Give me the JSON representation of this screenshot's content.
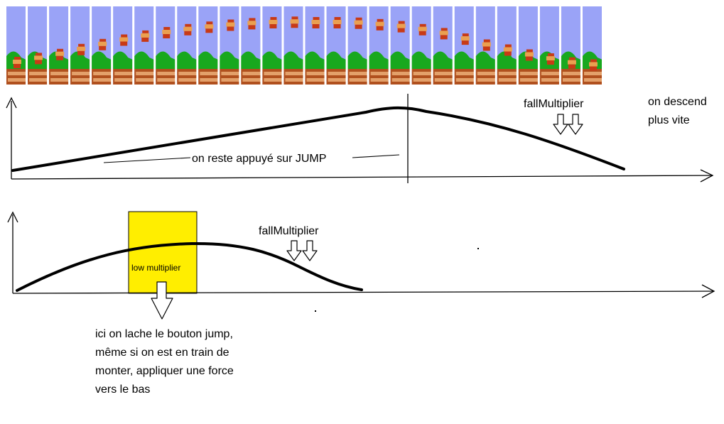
{
  "strip": {
    "frames": [
      {
        "mario": 0.1
      },
      {
        "mario": 0.18
      },
      {
        "mario": 0.26
      },
      {
        "mario": 0.36
      },
      {
        "mario": 0.46
      },
      {
        "mario": 0.55
      },
      {
        "mario": 0.63
      },
      {
        "mario": 0.7
      },
      {
        "mario": 0.76
      },
      {
        "mario": 0.81
      },
      {
        "mario": 0.85
      },
      {
        "mario": 0.88
      },
      {
        "mario": 0.9
      },
      {
        "mario": 0.91
      },
      {
        "mario": 0.9
      },
      {
        "mario": 0.9
      },
      {
        "mario": 0.89
      },
      {
        "mario": 0.86
      },
      {
        "mario": 0.82
      },
      {
        "mario": 0.76
      },
      {
        "mario": 0.68
      },
      {
        "mario": 0.57
      },
      {
        "mario": 0.45
      },
      {
        "mario": 0.35
      },
      {
        "mario": 0.25
      },
      {
        "mario": 0.17
      },
      {
        "mario": 0.09
      },
      {
        "mario": 0.05
      }
    ],
    "colors": {
      "sky": "#9aa3f7",
      "hill": "#18a81e",
      "ground": "#b0501e",
      "brick": "#e3a06a",
      "divider": "#ffffff",
      "mario_red": "#c83a16",
      "mario_skin": "#eaa050"
    }
  },
  "top_graph": {
    "hold_label": "on reste appuyé sur JUMP",
    "fall_label": "fallMultiplier"
  },
  "bottom_graph": {
    "low_label": "low multiplier",
    "fall_label": "fallMultiplier",
    "highlight_color": "#ffee00"
  },
  "notes": {
    "descend": [
      "on descend",
      "plus vite"
    ],
    "release": [
      "ici on lache le bouton jump,",
      "même si on est en train de",
      "monter, appliquer une force",
      "vers le bas"
    ]
  }
}
